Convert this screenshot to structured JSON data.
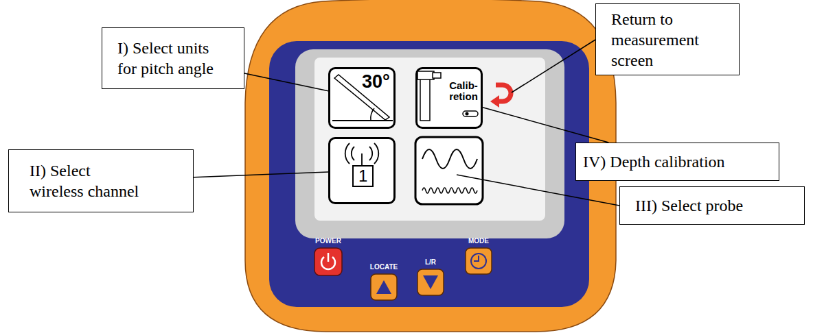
{
  "diagram": {
    "nodes": [
      {
        "text": [
          "I) Select units for pitch angle"
        ]
      },
      {
        "text": [
          "Return to measurement screen"
        ]
      },
      {
        "text": [
          "30°"
        ]
      },
      {
        "text": [
          "Calib- retion"
        ]
      },
      {
        "text": [
          "IV) Depth calibration"
        ]
      },
      {
        "text": [
          "II) Select wireless channel"
        ]
      },
      {
        "text": [
          "1"
        ]
      },
      {
        "text": [
          "III) Select probe"
        ]
      }
    ],
    "edges": [
      {
        "from": 0,
        "to": 2,
        "arrow": "none"
      },
      {
        "from": 4,
        "to": 3,
        "arrow": "none"
      },
      {
        "from": 5,
        "to": 6,
        "arrow": "none"
      }
    ],
    "labels": [
      "POWER",
      "LOCATE",
      "L/R",
      "MODE"
    ]
  }
}
